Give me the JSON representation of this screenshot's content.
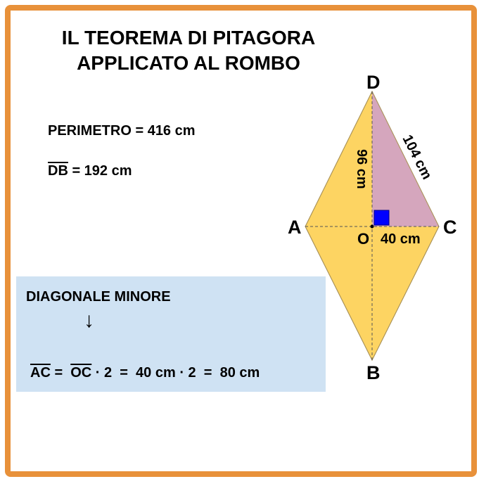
{
  "colors": {
    "frame": "#e8913a",
    "rhombus_fill": "#fdd462",
    "triangle_fill": "#d5a6bd",
    "right_angle": "#0000ff",
    "info_box": "#cfe2f3"
  },
  "title": {
    "line1": "IL TEOREMA DI PITAGORA",
    "line2": "APPLICATO AL ROMBO"
  },
  "given": {
    "perimeter": "PERIMETRO = 416 cm",
    "db_segment": "DB",
    "db_value": " = 192 cm"
  },
  "box": {
    "heading": "DIAGONALE MINORE",
    "arrow": "↓",
    "ac": "AC",
    "eq1": " =  ",
    "oc": "OC",
    "rest": " · 2  =  40 cm · 2  =  80 cm"
  },
  "diagram": {
    "vertices": {
      "a": "A",
      "b": "B",
      "c": "C",
      "d": "D",
      "o": "O"
    },
    "side_label": "104 cm",
    "height_label": "96 cm",
    "base_label": "40 cm"
  }
}
